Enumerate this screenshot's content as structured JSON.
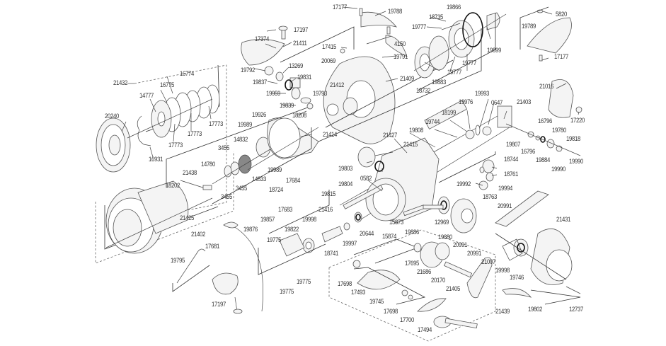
{
  "title": "Spinning reel exploded parts diagram",
  "labels": {
    "p21432": "21432",
    "p16774": "16774",
    "p16775": "16775",
    "p14777": "14777",
    "p20240": "20240",
    "p17773a": "17773",
    "p17773b": "17773",
    "p17773c": "17773",
    "p16931": "16931",
    "p17374": "17374",
    "p17197a": "17197",
    "p21411": "21411",
    "p19792": "19792",
    "p13269": "13269",
    "p19837": "19837",
    "p19831": "19831",
    "p19959": "19959",
    "p19839": "19839",
    "p18208": "18208",
    "p19926": "19926",
    "p19989a": "19989",
    "p19989b": "19989",
    "p14832": "14832",
    "p14833": "14833",
    "p3455a": "3455",
    "p3455b": "3455",
    "p3455c": "3455",
    "p14780": "14780",
    "p21438": "21438",
    "p18202": "18202",
    "p21425": "21425",
    "p21414": "21414",
    "p17177a": "17177",
    "p19788": "19788",
    "p17415": "17415",
    "p20069": "20069",
    "p4150": "4150",
    "p19791": "19791",
    "p21409": "21409",
    "p21412": "21412",
    "p19793": "19793",
    "p19866": "19866",
    "p18735": "18735",
    "p19777a": "19777",
    "p19777b": "19777",
    "p19777c": "19777",
    "p19899": "19899",
    "p18732": "18732",
    "p19883": "19883",
    "p5820": "5820",
    "p19789": "19789",
    "p17177b": "17177",
    "p21016": "21016",
    "p17220": "17220",
    "p21403": "21403",
    "p19993": "19993",
    "p19976": "19976",
    "p0647": "0647",
    "p18199": "18199",
    "p19744": "19744",
    "p19808": "19808",
    "p16796a": "16796",
    "p16796b": "16796",
    "p19807": "19807",
    "p19780": "19780",
    "p19818": "19818",
    "p19884": "19884",
    "p19990a": "19990",
    "p19990b": "19990",
    "p21427": "21427",
    "p21415": "21415",
    "p19803": "19803",
    "p0582": "0582",
    "p19804": "19804",
    "p18744": "18744",
    "p18761": "18761",
    "p19992": "19992",
    "p19994": "19994",
    "p18763": "18763",
    "p17684": "17684",
    "p18724": "18724",
    "p17683": "17683",
    "p19857": "19857",
    "p19876": "19876",
    "p19815": "19815",
    "p21416": "21416",
    "p19998a": "19998",
    "p19822": "19822",
    "p20644": "20644",
    "p15873": "15873",
    "p15874": "15874",
    "p19886": "19886",
    "p12969": "12969",
    "p19880": "19880",
    "p18741": "18741",
    "p19997": "19997",
    "p20991a": "20991",
    "p20991b": "20991",
    "p20991c": "20991",
    "p21431": "21431",
    "p21007": "21007",
    "p19998b": "19998",
    "p19746": "19746",
    "p19802": "19802",
    "p12737": "12737",
    "p21402": "21402",
    "p17681": "17681",
    "p19795": "19795",
    "p19775a": "19775",
    "p19775b": "19775",
    "p19775c": "19775",
    "p17197b": "17197",
    "p17695": "17695",
    "p21686": "21686",
    "p20170": "20170",
    "p21405": "21405",
    "p17698a": "17698",
    "p17493": "17493",
    "p19745": "19745",
    "p17698b": "17698",
    "p17700": "17700",
    "p17494": "17494",
    "p21439": "21439"
  }
}
